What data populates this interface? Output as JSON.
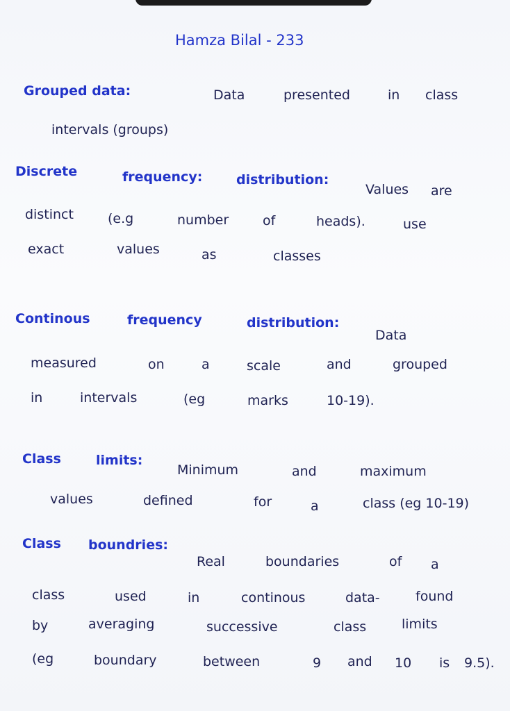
{
  "title": "Hamza Bilal - 233",
  "grouped": {
    "term": "Grouped data:",
    "line1": [
      "Data",
      "presented",
      "in",
      "class"
    ],
    "line2": "intervals (groups)"
  },
  "discrete": {
    "term1": "Discrete",
    "term2": "frequency:",
    "term3": "distribution:",
    "line1_rest": [
      "Values",
      "are"
    ],
    "line2": [
      "distinct",
      "(e.g",
      "number",
      "of",
      "heads).",
      "use"
    ],
    "line3": [
      "exact",
      "values",
      "as",
      "classes"
    ]
  },
  "continuous": {
    "term1": "Continous",
    "term2": "frequency",
    "term3": "distribution:",
    "line1_rest": "Data",
    "line2": [
      "measured",
      "on",
      "a",
      "scale",
      "and",
      "grouped"
    ],
    "line3": [
      "in",
      "intervals",
      "(eg",
      "marks",
      "10-19)."
    ]
  },
  "limits": {
    "term1": "Class",
    "term2": "limits:",
    "line1_rest": [
      "Minimum",
      "and",
      "maximum"
    ],
    "line2": [
      "values",
      "defined",
      "for",
      "a",
      "class (eg 10-19)"
    ]
  },
  "boundaries": {
    "term1": "Class",
    "term2": "boundries:",
    "line1_rest": [
      "Real",
      "boundaries",
      "of",
      "a"
    ],
    "line2": [
      "class",
      "used",
      "in",
      "continous",
      "data-",
      "found"
    ],
    "line3": [
      "by",
      "averaging",
      "successive",
      "class",
      "limits"
    ],
    "line4": [
      "(eg",
      "boundary",
      "between",
      "9",
      "and",
      "10",
      "is",
      "9.5)."
    ]
  }
}
